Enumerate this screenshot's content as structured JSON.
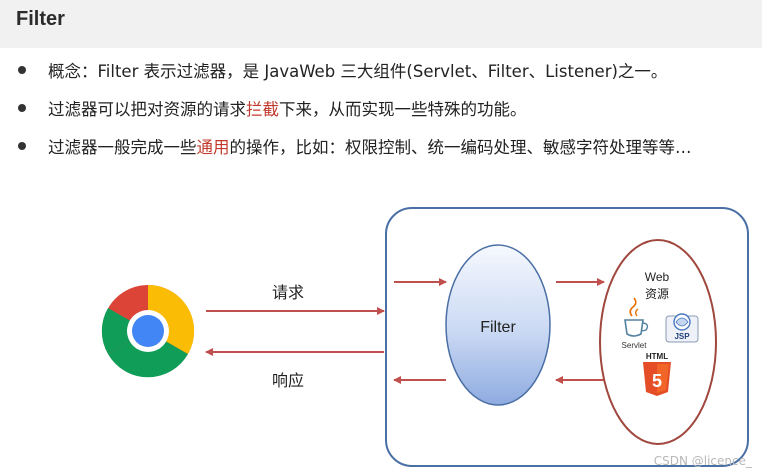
{
  "header": {
    "title": "Filter"
  },
  "bullets": [
    {
      "parts": [
        {
          "text": "概念：Filter 表示过滤器，是 JavaWeb 三大组件(Servlet、Filter、Listener)之一。",
          "accent": false
        }
      ]
    },
    {
      "parts": [
        {
          "text": "过滤器可以把对资源的请求",
          "accent": false
        },
        {
          "text": "拦截",
          "accent": true
        },
        {
          "text": "下来，从而实现一些特殊的功能。",
          "accent": false
        }
      ]
    },
    {
      "parts": [
        {
          "text": "过滤器一般完成一些",
          "accent": false
        },
        {
          "text": "通用",
          "accent": true
        },
        {
          "text": "的操作，比如：权限控制、统一编码处理、敏感字符处理等等…",
          "accent": false
        }
      ]
    }
  ],
  "diagram": {
    "request_label": "请求",
    "response_label": "响应",
    "filter_label": "Filter",
    "web_resources_title_line1": "Web",
    "web_resources_title_line2": "资源",
    "servlet_label": "Servlet",
    "jsp_label": "JSP",
    "html_label": "HTML",
    "html_number": "5"
  },
  "colors": {
    "accent": "#c0392b",
    "arrow": "#c0504d",
    "container_border": "#4a6fa5",
    "filter_fill_top": "#f4f7fd",
    "filter_fill_bottom": "#9fb8e6",
    "resources_border": "#a0473e",
    "html5_orange": "#e44d26"
  },
  "watermark": "CSDN @licence_"
}
